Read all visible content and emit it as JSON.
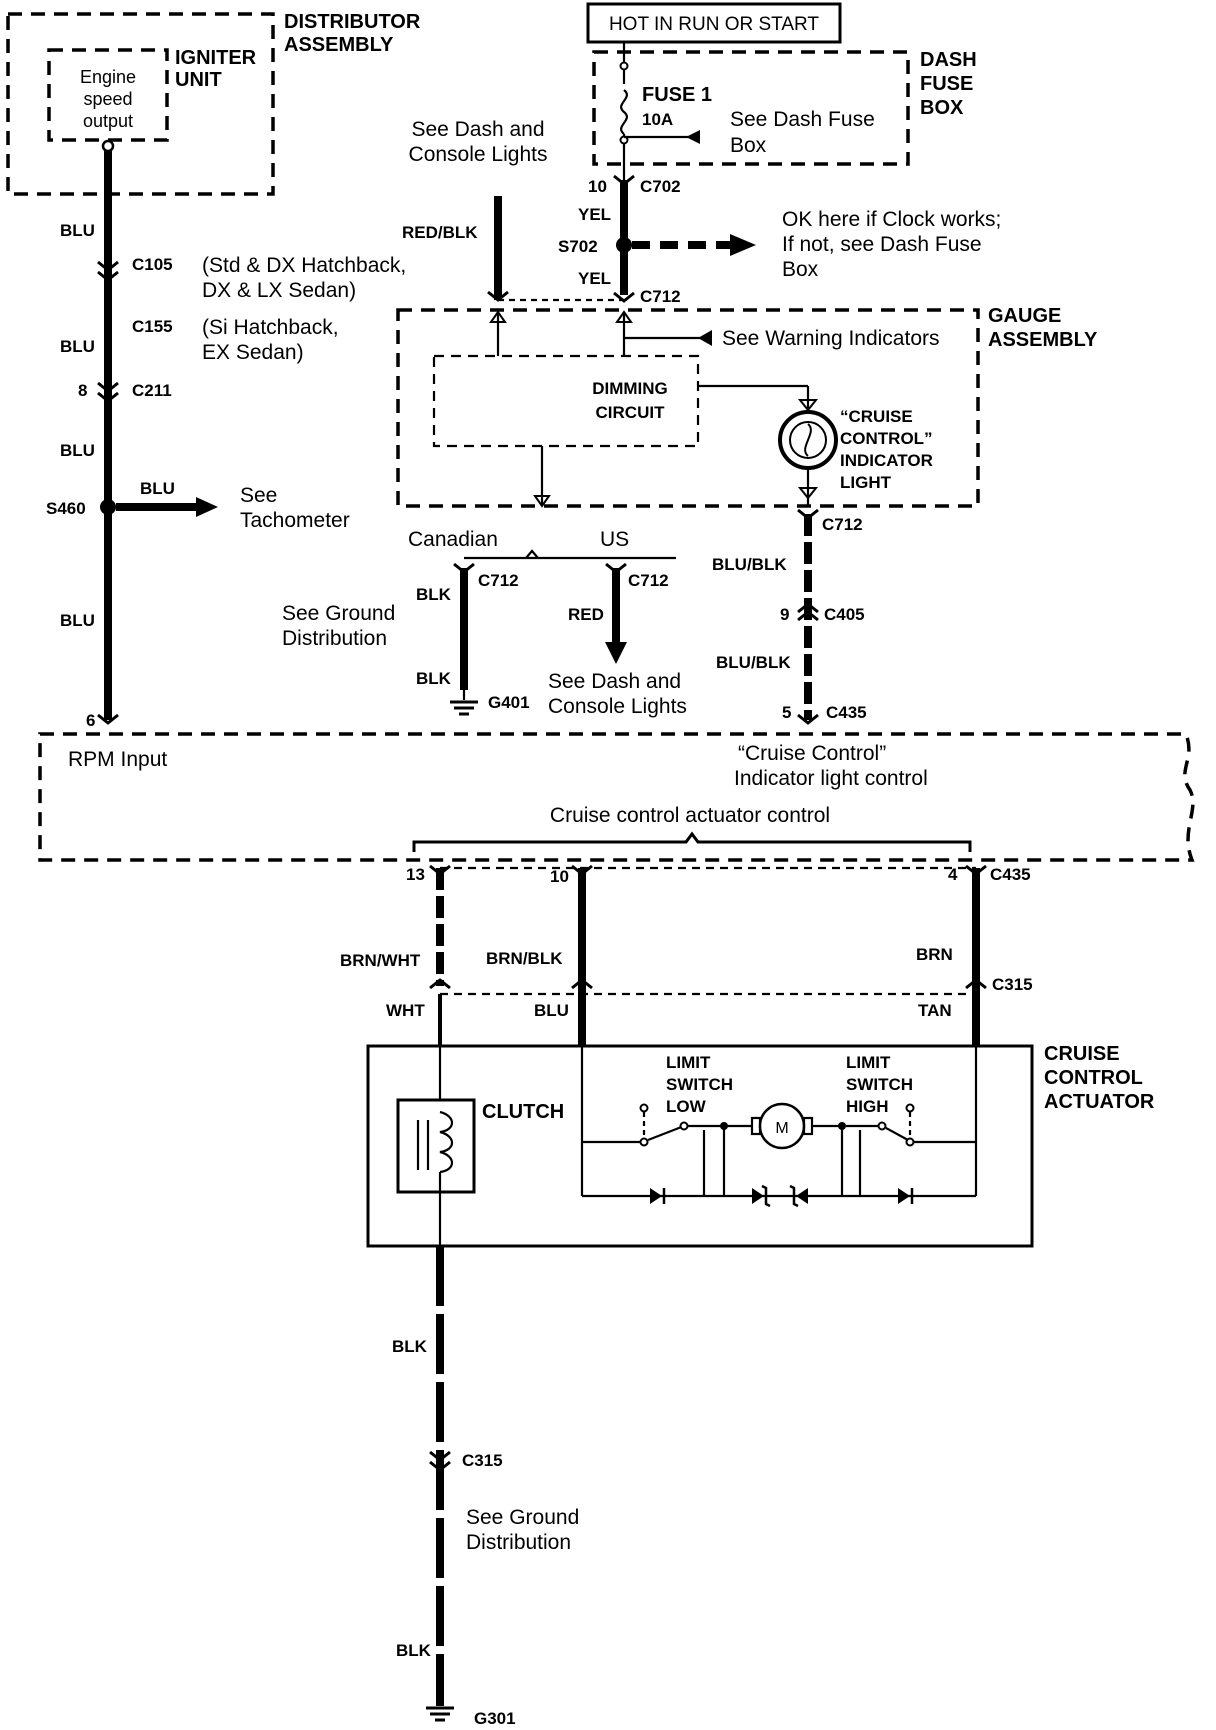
{
  "distributor": {
    "title_line1": "DISTRIBUTOR",
    "title_line2": "ASSEMBLY",
    "igniter_line1": "IGNITER",
    "igniter_line2": "UNIT",
    "esp_line1": "Engine",
    "esp_line2": "speed",
    "esp_line3": "output"
  },
  "power": {
    "hot_label": "HOT IN RUN OR START",
    "fuse_name": "FUSE 1",
    "fuse_rating": "10A",
    "see_fuse_line1": "See Dash Fuse",
    "see_fuse_line2": "Box",
    "dash_fuse_line1": "DASH",
    "dash_fuse_line2": "FUSE",
    "dash_fuse_line3": "BOX"
  },
  "left_wire": {
    "blu1": "BLU",
    "c105": "C105",
    "c105_note_line1": "(Std & DX Hatchback,",
    "c105_note_line2": "DX & LX Sedan)",
    "c155": "C155",
    "c155_note_line1": "(Si Hatchback,",
    "c155_note_line2": "EX Sedan)",
    "blu2": "BLU",
    "pin_8": "8",
    "c211": "C211",
    "blu3": "BLU",
    "s460": "S460",
    "blu_branch": "BLU",
    "see_tach_line1": "See",
    "see_tach_line2": "Tachometer",
    "blu4": "BLU",
    "pin_6": "6"
  },
  "center": {
    "see_dash_line1": "See Dash and",
    "see_dash_line2": "Console Lights",
    "red_blk": "RED/BLK",
    "pin_10": "10",
    "c702": "C702",
    "yel1": "YEL",
    "s702": "S702",
    "ok_line1": "OK here if Clock works;",
    "ok_line2": "If not,  see Dash Fuse",
    "ok_line3": "Box",
    "yel2": "YEL",
    "c712": "C712"
  },
  "gauge": {
    "title_line1": "GAUGE",
    "title_line2": "ASSEMBLY",
    "see_warning": "See Warning Indicators",
    "dimming_line1": "DIMMING",
    "dimming_line2": "CIRCUIT",
    "cruise_line1": "“CRUISE",
    "cruise_line2": "CONTROL”",
    "cruise_line3": "INDICATOR",
    "cruise_line4": "LIGHT"
  },
  "ground_branch": {
    "canadian": "Canadian",
    "us": "US",
    "blk1": "BLK",
    "c712_a": "C712",
    "c712_b": "C712",
    "see_ground_line1": "See Ground",
    "see_ground_line2": "Distribution",
    "red": "RED",
    "blk2": "BLK",
    "g401": "G401",
    "see_dash2_line1": "See Dash and",
    "see_dash2_line2": "Console Lights"
  },
  "indicator_wire": {
    "c712": "C712",
    "blu_blk1": "BLU/BLK",
    "pin_9": "9",
    "c405": "C405",
    "blu_blk2": "BLU/BLK",
    "pin_5": "5",
    "c435": "C435"
  },
  "control_unit": {
    "rpm_input": "RPM Input",
    "indicator_ctrl_line1": "“Cruise Control”",
    "indicator_ctrl_line2": "Indicator light control",
    "actuator_ctrl": "Cruise control actuator control"
  },
  "actuator_wires": {
    "pin_13": "13",
    "pin_10": "10",
    "pin_4": "4",
    "c435": "C435",
    "brn_wht": "BRN/WHT",
    "brn_blk": "BRN/BLK",
    "brn": "BRN",
    "c315": "C315",
    "wht": "WHT",
    "blu": "BLU",
    "tan": "TAN"
  },
  "actuator": {
    "title_line1": "CRUISE",
    "title_line2": "CONTROL",
    "title_line3": "ACTUATOR",
    "clutch": "CLUTCH",
    "lsl_line1": "LIMIT",
    "lsl_line2": "SWITCH",
    "lsl_line3": "LOW",
    "lsh_line1": "LIMIT",
    "lsh_line2": "SWITCH",
    "lsh_line3": "HIGH",
    "motor": "M"
  },
  "ground_bottom": {
    "blk1": "BLK",
    "c315": "C315",
    "see_ground_line1": "See Ground",
    "see_ground_line2": "Distribution",
    "blk2": "BLK",
    "g301": "G301"
  }
}
